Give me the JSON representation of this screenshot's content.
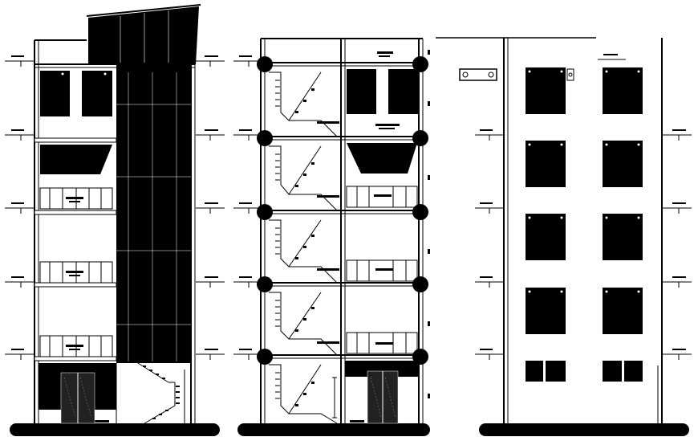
{
  "drawing": {
    "type": "architectural-elevation-drawing",
    "views": [
      {
        "id": "front-elevation",
        "floors": 5,
        "stair_shaft": "tower-solid"
      },
      {
        "id": "section",
        "floors": 5,
        "stair": "dog-leg"
      },
      {
        "id": "side-elevation",
        "floors": 5,
        "window_columns": 2
      }
    ],
    "color_line": "#000000",
    "color_background": "#ffffff",
    "label_text": "illegible"
  }
}
